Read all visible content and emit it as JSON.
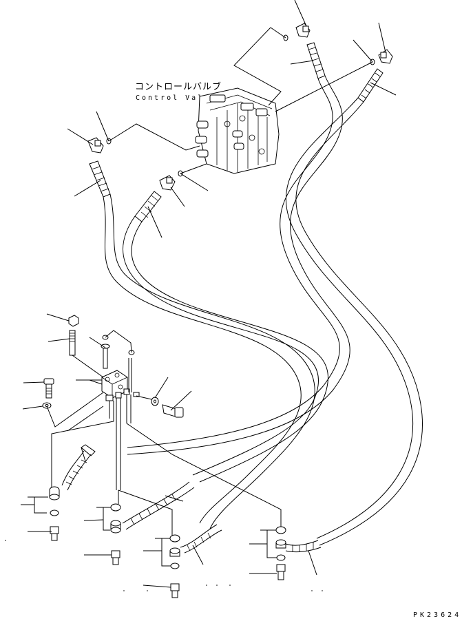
{
  "diagram": {
    "title_jp": "コントロールバルブ",
    "title_en": "Control Valve",
    "drawing_code": "PK23624"
  }
}
